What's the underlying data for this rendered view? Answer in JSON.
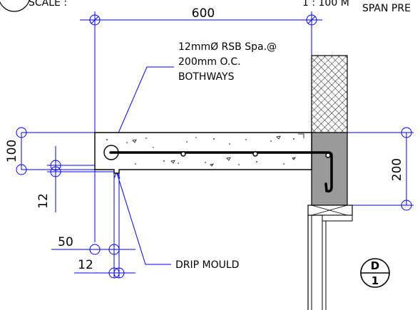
{
  "header": {
    "scale_label": "SCALE :",
    "scale_value": "1 : 100 M",
    "span_label": "SPAN PRE"
  },
  "dimensions": {
    "width": "600",
    "slab_thickness": "100",
    "drip_gap": "12",
    "drip_offset": "50",
    "drip_width": "12",
    "wall_beam_depth": "200"
  },
  "notes": {
    "rebar_line1": "12mmØ RSB Spa.@",
    "rebar_line2": "200mm O.C.",
    "rebar_line3": "BOTHWAYS",
    "drip_mould": "DRIP MOULD"
  },
  "section_tag": {
    "letter": "D",
    "number": "1"
  },
  "colors": {
    "dimension_line": "#0000ff",
    "wall_fill": "#9a9a9a",
    "hatch": "#000000"
  }
}
